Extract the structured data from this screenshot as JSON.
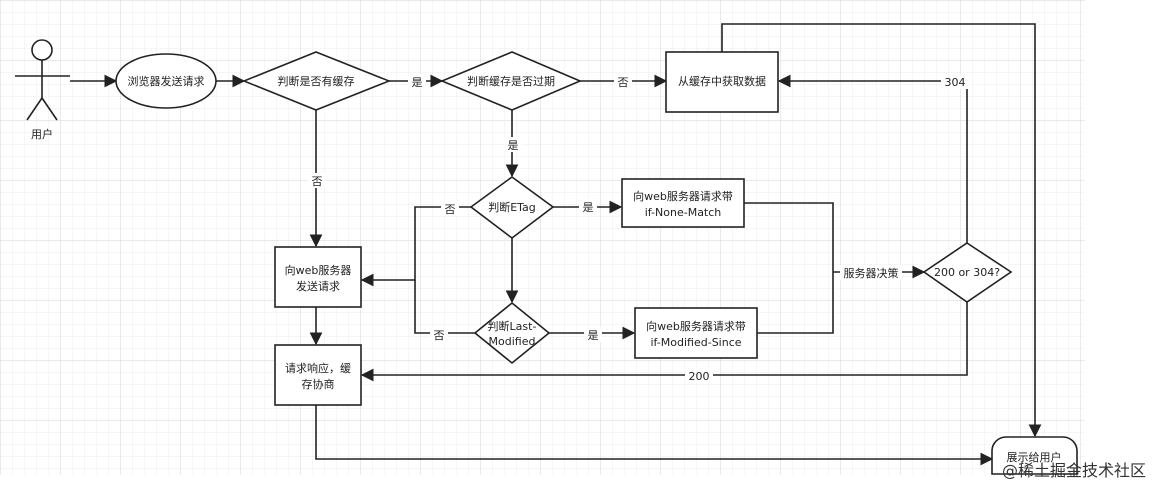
{
  "actor": {
    "label": "用户"
  },
  "nodes": {
    "send_request": "浏览器发送请求",
    "has_cache": "判断是否有缓存",
    "cache_expired": "判断缓存是否过期",
    "get_from_cache": "从缓存中获取数据",
    "check_etag": "判断ETag",
    "req_if_none_match": [
      "向web服务器请求带",
      "if-None-Match"
    ],
    "check_last_modified": [
      "判断Last-",
      "Modified"
    ],
    "req_if_modified_since": [
      "向web服务器请求带",
      "if-Modified-Since"
    ],
    "send_to_server": [
      "向web服务器",
      "发送请求"
    ],
    "response_negotiate": [
      "请求响应，缓",
      "存协商"
    ],
    "status_decision": "200 or 304?",
    "show_user": "展示给用户"
  },
  "edge_labels": {
    "yes": "是",
    "no": "否",
    "server_decides": "服务器决策",
    "code_304": "304",
    "code_200": "200"
  },
  "watermark": "@稀土掘金技术社区",
  "colors": {
    "stroke": "#222222",
    "grid_minor": "#ececec",
    "grid_major": "#d6d6d6"
  }
}
